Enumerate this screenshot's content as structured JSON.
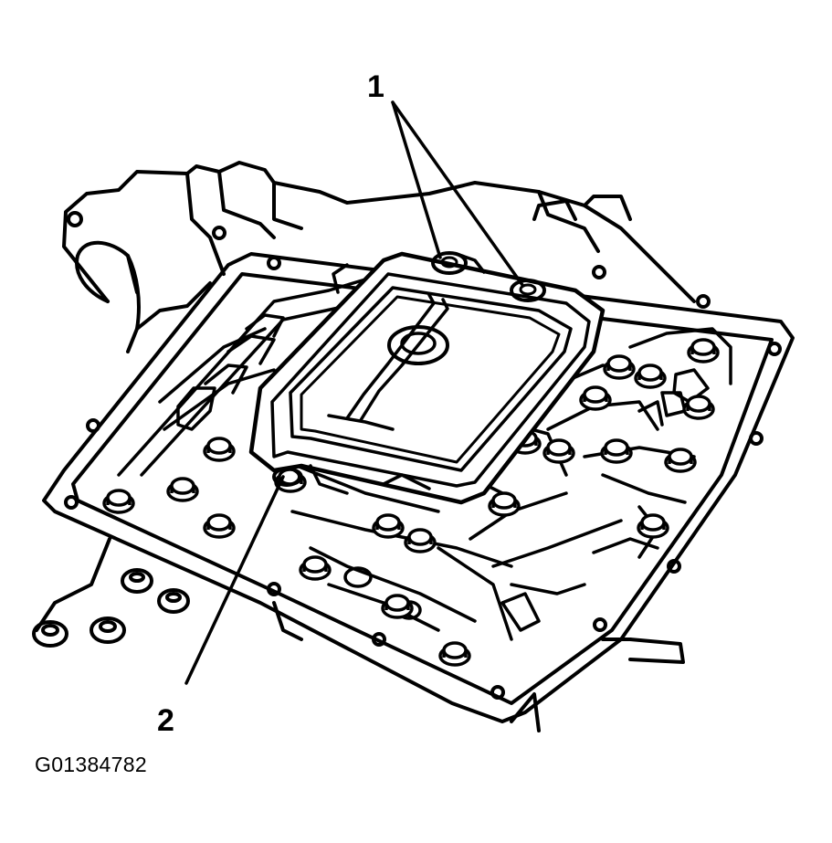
{
  "callouts": [
    {
      "id": "1",
      "label": "1"
    },
    {
      "id": "2",
      "label": "2"
    }
  ],
  "figure_code": "G01384782",
  "colors": {
    "ink": "#000000",
    "paper": "#ffffff"
  }
}
